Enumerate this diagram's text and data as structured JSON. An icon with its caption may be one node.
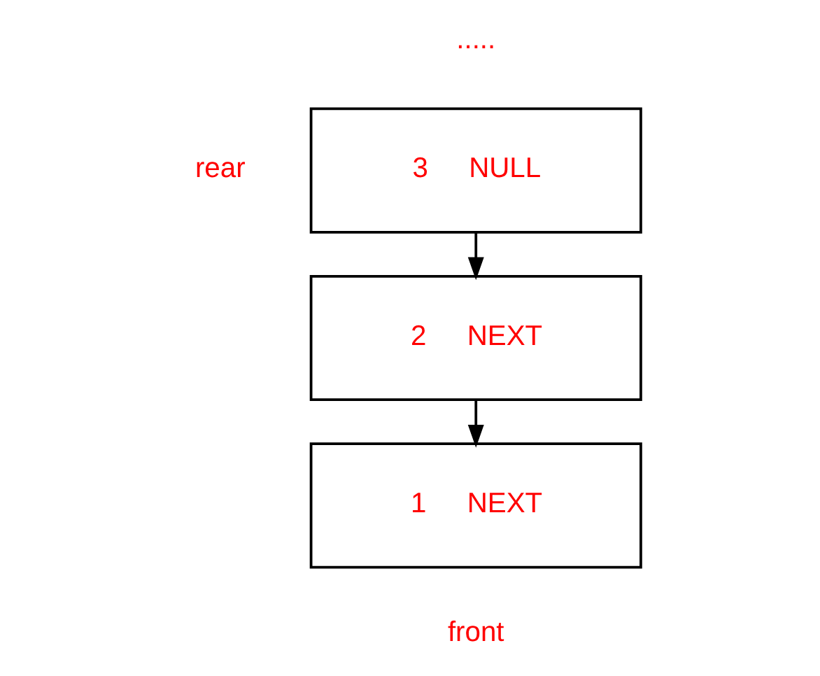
{
  "diagram": {
    "nodes": [
      {
        "text": [
          "3",
          "NULL"
        ],
        "beside": [
          "rear"
        ]
      },
      {
        "text": [
          "2",
          "NEXT"
        ]
      },
      {
        "text": [
          "1",
          "NEXT"
        ],
        "beside": [
          "front"
        ]
      }
    ],
    "edges": [
      {
        "from": 0,
        "to": 1,
        "arrow": "to"
      },
      {
        "from": 1,
        "to": 2,
        "arrow": "to"
      }
    ],
    "labels": [
      "....."
    ]
  }
}
